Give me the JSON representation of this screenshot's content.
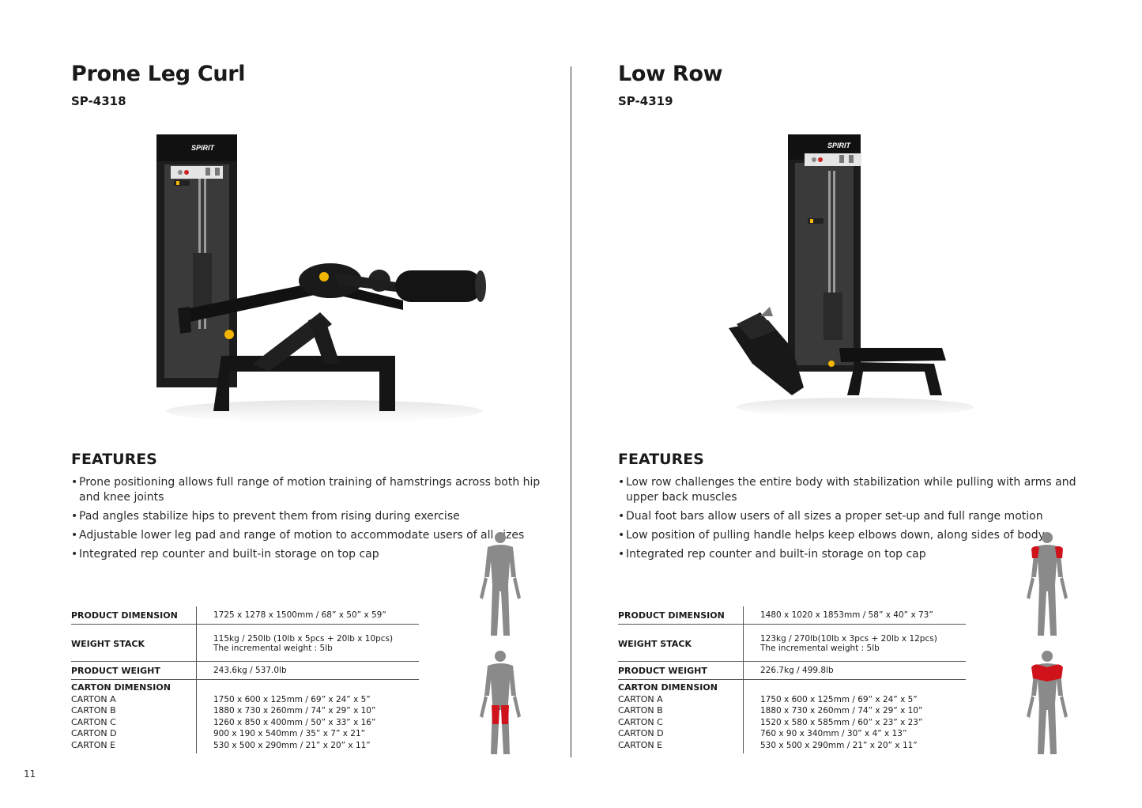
{
  "page_number": "11",
  "colors": {
    "muscle_highlight": "#d0121b",
    "body_gray": "#8a8a8a",
    "machine": "#1c1c1c"
  },
  "products": [
    {
      "title": "Prone Leg Curl",
      "sku": "SP-4318",
      "brand": "SPIRIT",
      "features_heading": "FEATURES",
      "features": [
        "Prone positioning allows full range of motion training of hamstrings across both hip and knee joints",
        "Pad angles stabilize hips to prevent them from rising during exercise",
        "Adjustable lower leg pad and range of motion to accommodate users of all sizes",
        "Integrated rep counter and built-in storage on top cap"
      ],
      "specs": {
        "product_dimension_label": "PRODUCT DIMENSION",
        "product_dimension": "1725 x 1278 x 1500mm / 68” x 50” x 59”",
        "weight_stack_label": "WEIGHT STACK",
        "weight_stack": "115kg / 250lb (10lb x 5pcs + 20lb x 10pcs)",
        "weight_increment": "The incremental weight : 5lb",
        "product_weight_label": "PRODUCT WEIGHT",
        "product_weight": "243.6kg / 537.0lb",
        "carton_dimension_label": "CARTON DIMENSION",
        "cartons": [
          {
            "name": "CARTON A",
            "value": "1750 x 600 x 125mm / 69” x 24” x 5”"
          },
          {
            "name": "CARTON B",
            "value": "1880 x 730 x 260mm / 74” x 29” x 10”"
          },
          {
            "name": "CARTON C",
            "value": "1260 x 850 x 400mm / 50” x 33” x 16”"
          },
          {
            "name": "CARTON D",
            "value": "900 x 190 x 540mm / 35” x 7” x 21”"
          },
          {
            "name": "CARTON E",
            "value": "530 x 500 x 290mm / 21” x 20” x 11”"
          }
        ]
      },
      "highlighted_muscles": [
        "hamstrings"
      ]
    },
    {
      "title": "Low Row",
      "sku": "SP-4319",
      "brand": "SPIRIT",
      "features_heading": "FEATURES",
      "features": [
        "Low row challenges the entire body with stabilization while pulling with arms and upper back muscles",
        "Dual foot bars allow users of all sizes a proper set-up and full range motion",
        "Low position of pulling handle helps keep elbows down, along sides of body",
        "Integrated rep counter and built-in storage on top cap"
      ],
      "specs": {
        "product_dimension_label": "PRODUCT DIMENSION",
        "product_dimension": "1480 x 1020 x 1853mm / 58” x 40” x 73”",
        "weight_stack_label": "WEIGHT STACK",
        "weight_stack": "123kg / 270lb(10lb x 3pcs + 20lb x 12pcs)",
        "weight_increment": "The incremental weight : 5lb",
        "product_weight_label": "PRODUCT WEIGHT",
        "product_weight": "226.7kg / 499.8lb",
        "carton_dimension_label": "CARTON DIMENSION",
        "cartons": [
          {
            "name": "CARTON A",
            "value": "1750 x 600 x 125mm / 69” x 24” x 5”"
          },
          {
            "name": "CARTON B",
            "value": "1880 x 730 x 260mm / 74” x 29” x 10”"
          },
          {
            "name": "CARTON C",
            "value": "1520 x 580 x 585mm / 60” x 23” x 23”"
          },
          {
            "name": "CARTON D",
            "value": "760 x 90 x 340mm / 30” x 4” x 13”"
          },
          {
            "name": "CARTON E",
            "value": "530 x 500 x 290mm / 21” x 20” x 11”"
          }
        ]
      },
      "highlighted_muscles": [
        "deltoids",
        "upper-back"
      ]
    }
  ]
}
